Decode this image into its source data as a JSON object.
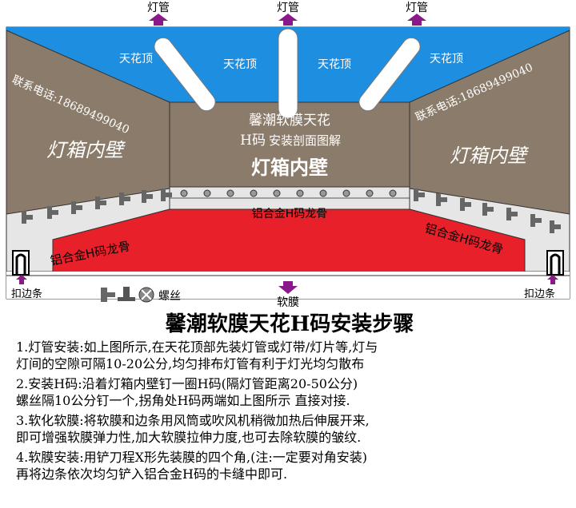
{
  "labels": {
    "lamp_tube_left": "灯管",
    "lamp_tube_center": "灯管",
    "lamp_tube_right": "灯管",
    "ceiling_1": "天花顶",
    "ceiling_2": "天花顶",
    "ceiling_3": "天花顶",
    "ceiling_4": "天花顶",
    "phone_left": "联系电话:18689499040",
    "phone_right": "联系电话:18689499040",
    "back_wall_title_1": "馨潮软膜天花",
    "back_wall_title_2_prefix": "H码",
    "back_wall_title_2_suffix": "安装剖面图解",
    "back_wall_caption": "灯箱内壁",
    "left_wall_caption": "灯箱内壁",
    "right_wall_caption": "灯箱内壁",
    "back_rail": "铝合金H码龙骨",
    "left_rail": "铝合金H码龙骨",
    "right_rail": "铝合金H码龙骨",
    "edge_strip_left": "扣边条",
    "edge_strip_right": "扣边条",
    "screw": "螺丝",
    "membrane": "软膜"
  },
  "colors": {
    "ceiling": "#1e8fe0",
    "wall": "#8b7b6a",
    "floor": "#e8202a",
    "rail": "#e6e6e6",
    "arrow": "#8a1a8a"
  },
  "main_title": "馨潮软膜天花H码安装步骤",
  "steps": [
    {
      "lines": [
        "1.灯管安装:如上图所示,在天花顶部先装灯管或灯带/灯片等,灯与",
        "灯间的空隙可隔10-20公分,均匀排布灯管有利于灯光均匀散布"
      ]
    },
    {
      "lines": [
        "2.安装H码:沿着灯箱内壁钉一圈H码(隔灯管距离20-50公分)",
        "螺丝隔10公分钉一个,拐角处H码两端如上图所示 直接对接."
      ]
    },
    {
      "lines": [
        "3.软化软膜:将软膜和边条用风筒或吹风机稍微加热后伸展开来,",
        "即可增强软膜弹力性,加大软膜拉伸力度,也可去除软膜的皱纹."
      ]
    },
    {
      "lines": [
        "4.软膜安装:用铲刀程X形先装膜的四个角,(注:一定要对角安装)",
        "再将边条依次均匀铲入铝合金H码的卡缝中即可."
      ]
    }
  ]
}
